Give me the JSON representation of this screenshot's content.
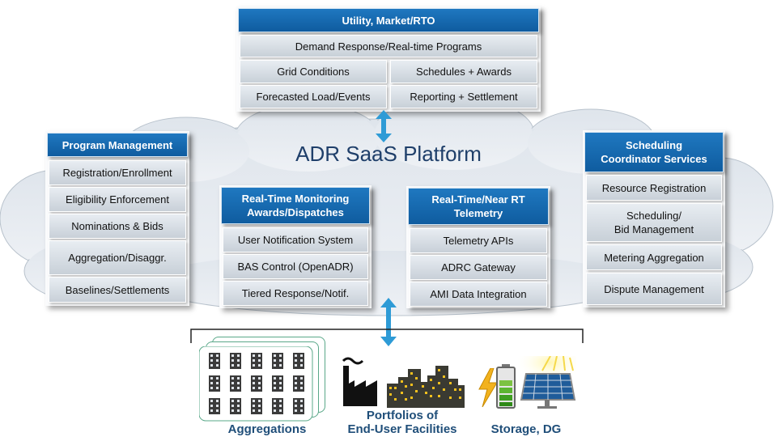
{
  "platform_title": "ADR SaaS Platform",
  "utility": {
    "header": "Utility, Market/RTO",
    "programs": "Demand Response/Real-time Programs",
    "grid_conditions": "Grid Conditions",
    "schedules_awards": "Schedules + Awards",
    "forecasted_load": "Forecasted Load/Events",
    "reporting_settlement": "Reporting + Settlement"
  },
  "program_management": {
    "header": "Program Management",
    "items": [
      "Registration/Enrollment",
      "Eligibility Enforcement",
      "Nominations & Bids",
      "Aggregation/Disaggr.",
      "Baselines/Settlements"
    ]
  },
  "monitoring": {
    "header": [
      "Real-Time Monitoring",
      "Awards/Dispatches"
    ],
    "items": [
      "User Notification System",
      "BAS Control (OpenADR)",
      "Tiered Response/Notif."
    ]
  },
  "telemetry": {
    "header": [
      "Real-Time/Near RT",
      "Telemetry"
    ],
    "items": [
      "Telemetry APIs",
      "ADRC Gateway",
      "AMI Data Integration"
    ]
  },
  "scheduling": {
    "header": [
      "Scheduling",
      "Coordinator Services"
    ],
    "items": [
      [
        "Resource Registration"
      ],
      [
        "Scheduling/",
        "Bid Management"
      ],
      [
        "Metering Aggregation"
      ],
      [
        "Dispute Management"
      ]
    ]
  },
  "bottom": {
    "aggregations": "Aggregations",
    "portfolios": [
      "Portfolios of",
      "End-User Facilities"
    ],
    "storage": "Storage, DG"
  },
  "colors": {
    "header_blue": "#1565a8",
    "label_blue": "#1f4e79",
    "arrow_blue": "#2e9bd6"
  },
  "icons": [
    "building-icon",
    "factory-icon",
    "city-skyline-icon",
    "battery-icon",
    "lightning-icon",
    "solar-panel-icon",
    "bidirectional-arrow-icon"
  ]
}
